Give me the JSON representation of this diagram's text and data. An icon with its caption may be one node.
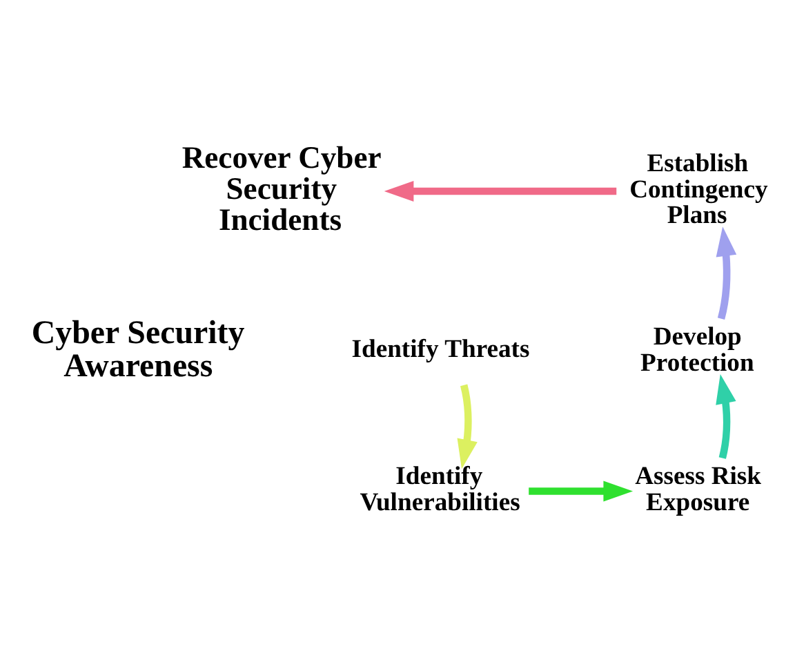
{
  "diagram": {
    "nodes": [
      {
        "text": [
          "Cyber Security Awareness"
        ]
      },
      {
        "text": [
          "Identify Threats"
        ]
      },
      {
        "text": [
          "Identify Vulnerabilities"
        ]
      },
      {
        "text": [
          "Assess Risk Exposure"
        ]
      },
      {
        "text": [
          "Develop Protection"
        ]
      },
      {
        "text": [
          "Establish Contingency Plans"
        ]
      },
      {
        "text": [
          "Recover Cyber Security Incidents"
        ]
      }
    ],
    "edges": [
      {
        "from": 1,
        "to": 2,
        "arrow": "to",
        "color": "#dcf060"
      },
      {
        "from": 2,
        "to": 3,
        "arrow": "to",
        "color": "#2fe02f"
      },
      {
        "from": 3,
        "to": 4,
        "arrow": "to",
        "color": "#2fd0a8"
      },
      {
        "from": 4,
        "to": 5,
        "arrow": "to",
        "color": "#9fa0ee"
      },
      {
        "from": 5,
        "to": 6,
        "arrow": "to",
        "color": "#f06a88"
      }
    ]
  }
}
